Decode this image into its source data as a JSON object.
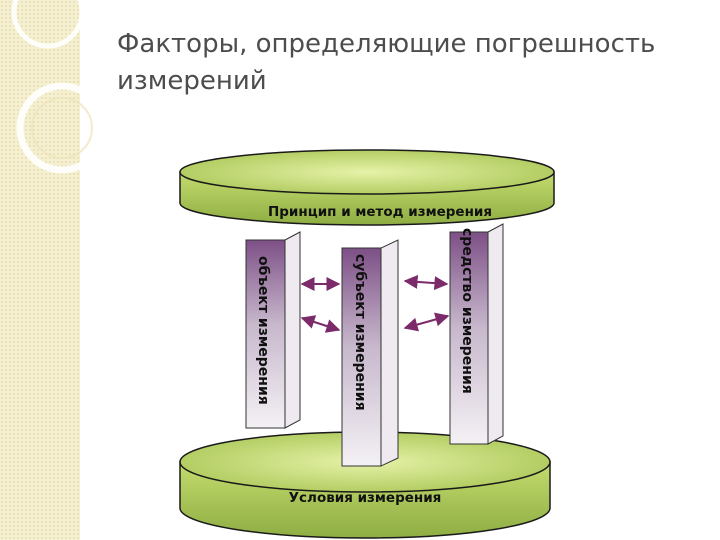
{
  "title": "Факторы, определяющие погрешность измерений",
  "diagram": {
    "top_disk_label": "Принцип и метод измерения",
    "bottom_disk_label": "Условия измерения",
    "pillars": [
      {
        "label": "объект измерения"
      },
      {
        "label": "субъект измерения"
      },
      {
        "label": "средство измерения"
      }
    ]
  },
  "colors": {
    "disk_green": "#b5cf5c",
    "disk_dark": "#78923a",
    "pillar_gradient_start": "#7d4f86",
    "arrow": "#7b2a6a",
    "title": "#4d4d4d"
  }
}
